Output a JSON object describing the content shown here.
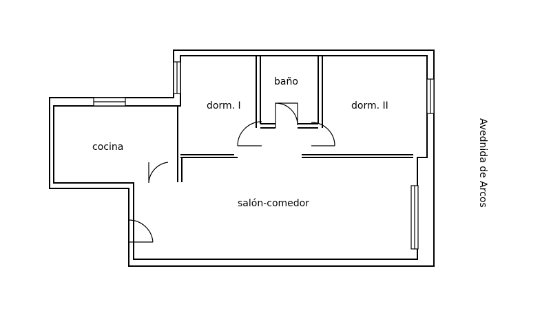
{
  "rooms": {
    "kitchen": "cocina",
    "bedroom1": "dorm. I",
    "bathroom": "baño",
    "bedroom2": "dorm. II",
    "living": "salón-comedor"
  },
  "street": "Avednida de Arcos"
}
